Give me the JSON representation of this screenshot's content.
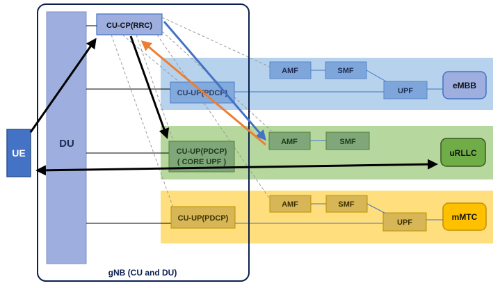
{
  "gnb": {
    "label": "gNB (CU and DU)"
  },
  "du": {
    "label": "DU"
  },
  "ue": {
    "label": "UE"
  },
  "cucp": {
    "label": "CU-CP(RRC)"
  },
  "embb": {
    "cuup": "CU-UP(PDCP)",
    "amf": "AMF",
    "smf": "SMF",
    "upf": "UPF",
    "slice": "eMBB"
  },
  "urllc": {
    "cuup_line1": "CU-UP(PDCP)",
    "cuup_line2": "( CORE UPF )",
    "amf": "AMF",
    "smf": "SMF",
    "slice": "uRLLC"
  },
  "mmtc": {
    "cuup": "CU-UP(PDCP)",
    "amf": "AMF",
    "smf": "SMF",
    "upf": "UPF",
    "slice": "mMTC"
  },
  "colors": {
    "embb_band": "#9DC3E6",
    "urllc_band": "#A9D18E",
    "mmtc_band": "#FFD966",
    "du_fill": "#9DAEDF",
    "ue_fill": "#4472C4",
    "blue_arrow": "#4472C4",
    "orange_arrow": "#ED7D31"
  }
}
